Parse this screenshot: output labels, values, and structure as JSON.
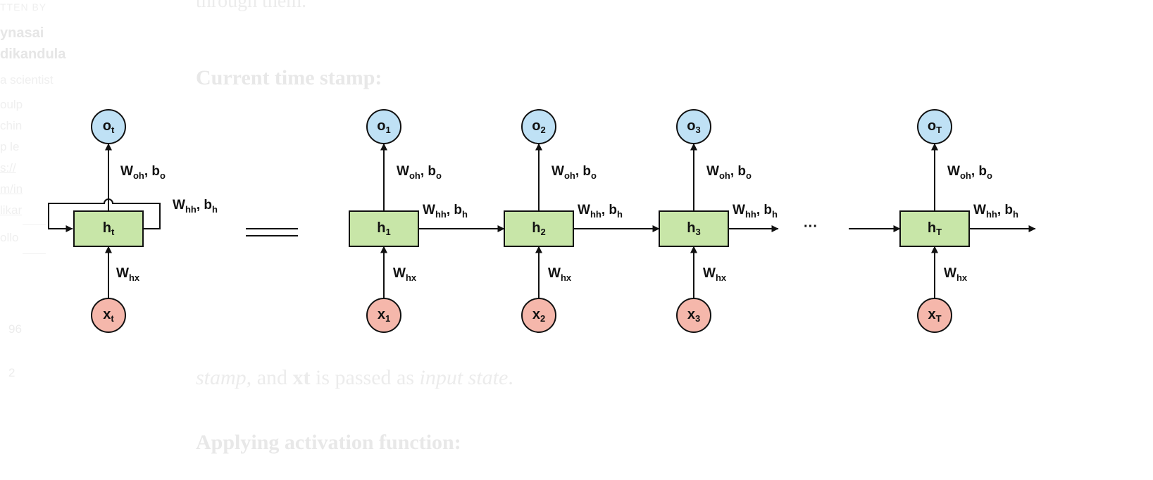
{
  "background": {
    "sidebar": {
      "written_by": "TTEN BY",
      "author_lines": [
        "ynasai",
        "dikandula"
      ],
      "role": "a scientist",
      "bio_lines": [
        "oulp",
        "chin",
        "p le",
        "s://",
        "m/in",
        "likar"
      ],
      "follow": "ollo",
      "stat_1": "96",
      "stat_2": "2"
    },
    "article": {
      "paragraph_top": "through them.",
      "heading_current": "Current time stamp:",
      "paragraph_bottom_a": "stamp,",
      "paragraph_bottom_b": " and ",
      "paragraph_bottom_c": "xt",
      "paragraph_bottom_d": " is passed as ",
      "paragraph_bottom_e": "input state",
      "paragraph_bottom_f": ".",
      "heading_activation": "Applying activation function:"
    }
  },
  "diagram": {
    "equals_sign": "=",
    "ellipsis": "···",
    "colors": {
      "output_fill": "#bfe1f5",
      "hidden_fill": "#c8e6a8",
      "input_fill": "#f5b7ab",
      "stroke": "#111111"
    },
    "folded": {
      "output": {
        "main": "o",
        "sub": "t"
      },
      "hidden": {
        "main": "h",
        "sub": "t"
      },
      "input": {
        "main": "x",
        "sub": "t"
      },
      "w_out": {
        "w": "W",
        "wsub": "oh",
        "sep": ", b",
        "bsub": "o"
      },
      "w_rec": {
        "w": "W",
        "wsub": "hh",
        "sep": ", b",
        "bsub": "h"
      },
      "w_in": {
        "w": "W",
        "wsub": "hx"
      }
    },
    "steps": [
      {
        "output": {
          "main": "o",
          "sub": "1"
        },
        "hidden": {
          "main": "h",
          "sub": "1"
        },
        "input": {
          "main": "x",
          "sub": "1"
        },
        "w_out": {
          "w": "W",
          "wsub": "oh",
          "sep": ", b",
          "bsub": "o"
        },
        "w_rec": {
          "w": "W",
          "wsub": "hh",
          "sep": ", b",
          "bsub": "h"
        },
        "w_in": {
          "w": "W",
          "wsub": "hx"
        }
      },
      {
        "output": {
          "main": "o",
          "sub": "2"
        },
        "hidden": {
          "main": "h",
          "sub": "2"
        },
        "input": {
          "main": "x",
          "sub": "2"
        },
        "w_out": {
          "w": "W",
          "wsub": "oh",
          "sep": ", b",
          "bsub": "o"
        },
        "w_rec": {
          "w": "W",
          "wsub": "hh",
          "sep": ", b",
          "bsub": "h"
        },
        "w_in": {
          "w": "W",
          "wsub": "hx"
        }
      },
      {
        "output": {
          "main": "o",
          "sub": "3"
        },
        "hidden": {
          "main": "h",
          "sub": "3"
        },
        "input": {
          "main": "x",
          "sub": "3"
        },
        "w_out": {
          "w": "W",
          "wsub": "oh",
          "sep": ", b",
          "bsub": "o"
        },
        "w_rec": {
          "w": "W",
          "wsub": "hh",
          "sep": ", b",
          "bsub": "h"
        },
        "w_in": {
          "w": "W",
          "wsub": "hx"
        }
      },
      {
        "output": {
          "main": "o",
          "sub": "T"
        },
        "hidden": {
          "main": "h",
          "sub": "T"
        },
        "input": {
          "main": "x",
          "sub": "T"
        },
        "w_out": {
          "w": "W",
          "wsub": "oh",
          "sep": ", b",
          "bsub": "o"
        },
        "w_rec": {
          "w": "W",
          "wsub": "hh",
          "sep": ", b",
          "bsub": "h"
        },
        "w_in": {
          "w": "W",
          "wsub": "hx"
        }
      }
    ]
  }
}
